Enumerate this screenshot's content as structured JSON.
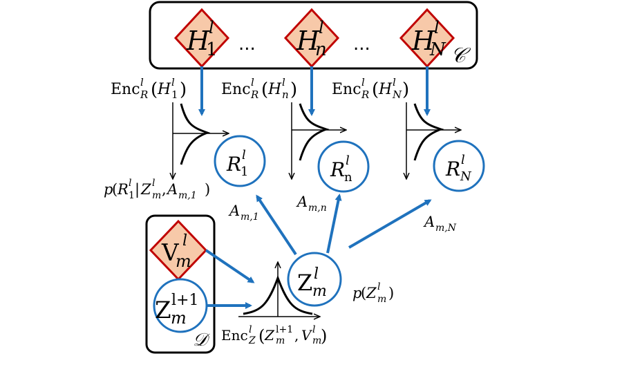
{
  "colors": {
    "node_fill": "#f7c9a9",
    "node_stroke": "#c00000",
    "arrow_blue": "#1f72bd",
    "circle_stroke": "#1f72bd",
    "line_black": "#000000"
  },
  "group_c": {
    "label": "𝒞"
  },
  "group_d": {
    "label": "𝒟"
  },
  "h_nodes": [
    {
      "base": "H",
      "sub": "1",
      "sup": "l"
    },
    {
      "base": "H",
      "sub": "n",
      "sup": "l"
    },
    {
      "base": "H",
      "sub": "N",
      "sup": "l"
    }
  ],
  "ellipses": [
    "...",
    "..."
  ],
  "enc_labels": [
    {
      "fn": "Enc",
      "sup": "l",
      "sub": "R",
      "arg_base": "H",
      "arg_sub": "1",
      "arg_sup": "l"
    },
    {
      "fn": "Enc",
      "sup": "l",
      "sub": "R",
      "arg_base": "H",
      "arg_sub": "n",
      "arg_sup": "l"
    },
    {
      "fn": "Enc",
      "sup": "l",
      "sub": "R",
      "arg_base": "H",
      "arg_sub": "N",
      "arg_sup": "l"
    }
  ],
  "r_nodes": [
    {
      "base": "R",
      "sub": "1",
      "sup": "l"
    },
    {
      "base": "R",
      "sub": "n",
      "sup": "l"
    },
    {
      "base": "R",
      "sub": "N",
      "sup": "l"
    }
  ],
  "likelihood_label": {
    "p": "p",
    "r_base": "R",
    "r_sub": "1",
    "r_sup": "l",
    "bar": "|",
    "z_base": "Z",
    "z_sub": "m",
    "z_sup": "l",
    "comma": ",",
    "a_base": "A",
    "a_sub": "m,1"
  },
  "a_labels": [
    {
      "base": "A",
      "sub": "m,1"
    },
    {
      "base": "A",
      "sub": "m,n"
    },
    {
      "base": "A",
      "sub": "m,N"
    }
  ],
  "v_node": {
    "base": "V",
    "sub": "m",
    "sup": "l"
  },
  "z_next_node": {
    "base": "Z",
    "sub": "m",
    "sup": "l+1"
  },
  "z_node": {
    "base": "Z",
    "sub": "m",
    "sup": "l"
  },
  "prior_label": {
    "p": "p",
    "base": "Z",
    "sub": "m",
    "sup": "l"
  },
  "enc_z_label": {
    "fn": "Enc",
    "sup": "l",
    "sub": "Z",
    "arg1_base": "Z",
    "arg1_sub": "m",
    "arg1_sup": "l+1",
    "comma": ",",
    "arg2_base": "V",
    "arg2_sub": "m",
    "arg2_sup": "l"
  }
}
